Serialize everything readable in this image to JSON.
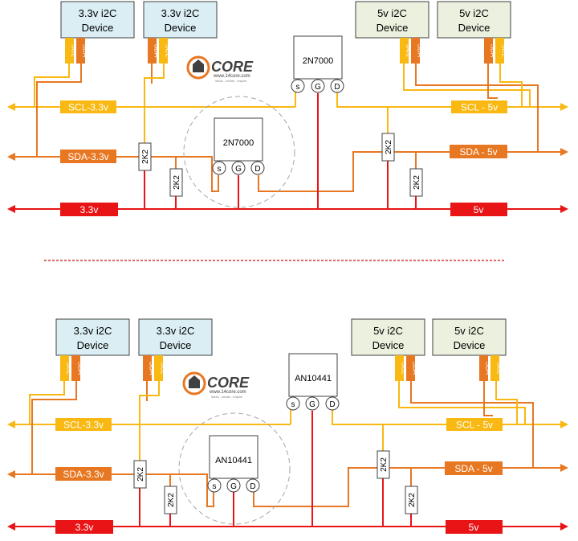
{
  "colors": {
    "scl": "#f9b812",
    "sda": "#e87722",
    "power": "#e81416",
    "mosfet_wire": "#e07b1a",
    "device_blue_fill": "#daeef3",
    "device_green_fill": "#ebf1de",
    "divider": "#d0342c"
  },
  "logo": {
    "word": "CORE",
    "url": "www.14core.com",
    "tagline": "ideas . create . inspire"
  },
  "diagrams": [
    {
      "name": "2N7000",
      "devices": {
        "left": [
          {
            "title": "3.3v i2C",
            "subtitle": "Device",
            "pin1": "SCL",
            "pin2": "SDA"
          },
          {
            "title": "3.3v i2C",
            "subtitle": "Device",
            "pin1": "SDA",
            "pin2": "SCL"
          }
        ],
        "right": [
          {
            "title": "5v i2C",
            "subtitle": "Device",
            "pin1": "SCL",
            "pin2": "SDA"
          },
          {
            "title": "5v i2C",
            "subtitle": "Device",
            "pin1": "SDA",
            "pin2": "SCL"
          }
        ]
      },
      "bus": {
        "scl_left": "SCL-3.3v",
        "scl_right": "SCL - 5v",
        "sda_left": "SDA-3.3v",
        "sda_right": "SDA - 5v",
        "pwr_left": "3.3v",
        "pwr_right": "5v"
      },
      "mosfet": {
        "label": "2N7000",
        "pins": [
          "s",
          "G",
          "D"
        ]
      },
      "resistor": "2K2"
    },
    {
      "name": "AN10441",
      "devices": {
        "left": [
          {
            "title": "3.3v i2C",
            "subtitle": "Device",
            "pin1": "SCL",
            "pin2": "SDA"
          },
          {
            "title": "3.3v i2C",
            "subtitle": "Device",
            "pin1": "SDA",
            "pin2": "SCL"
          }
        ],
        "right": [
          {
            "title": "5v i2C",
            "subtitle": "Device",
            "pin1": "SCL",
            "pin2": "SDA"
          },
          {
            "title": "5v i2C",
            "subtitle": "Device",
            "pin1": "SDA",
            "pin2": "SCL"
          }
        ]
      },
      "bus": {
        "scl_left": "SCL-3.3v",
        "scl_right": "SCL - 5v",
        "sda_left": "SDA-3.3v",
        "sda_right": "SDA - 5v",
        "pwr_left": "3.3v",
        "pwr_right": "5v"
      },
      "mosfet": {
        "label": "AN10441",
        "pins": [
          "s",
          "G",
          "D"
        ]
      },
      "resistor": "2K2"
    }
  ]
}
